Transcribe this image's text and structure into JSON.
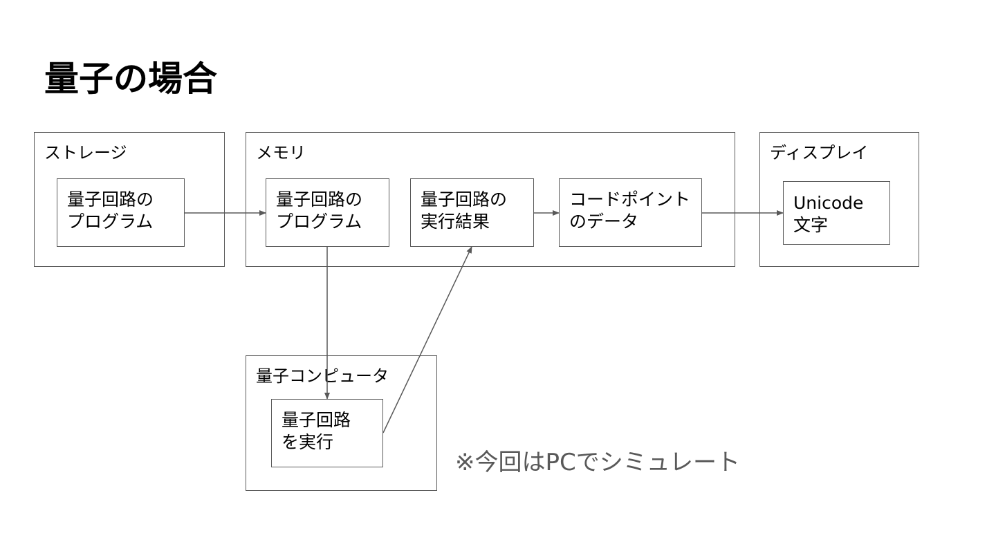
{
  "title": "量子の場合",
  "groups": {
    "storage": "ストレージ",
    "memory": "メモリ",
    "display": "ディスプレイ",
    "quantum_computer": "量子コンピュータ"
  },
  "nodes": {
    "storage_program": "量子回路の\nプログラム",
    "memory_program": "量子回路の\nプログラム",
    "memory_result": "量子回路の\n実行結果",
    "memory_codepoint": "コードポイント\nのデータ",
    "display_unicode": "Unicode\n文字",
    "quantum_execute": "量子回路\nを実行"
  },
  "note": "※今回はPCでシミュレート",
  "colors": {
    "line": "#595959",
    "note": "#595959"
  }
}
